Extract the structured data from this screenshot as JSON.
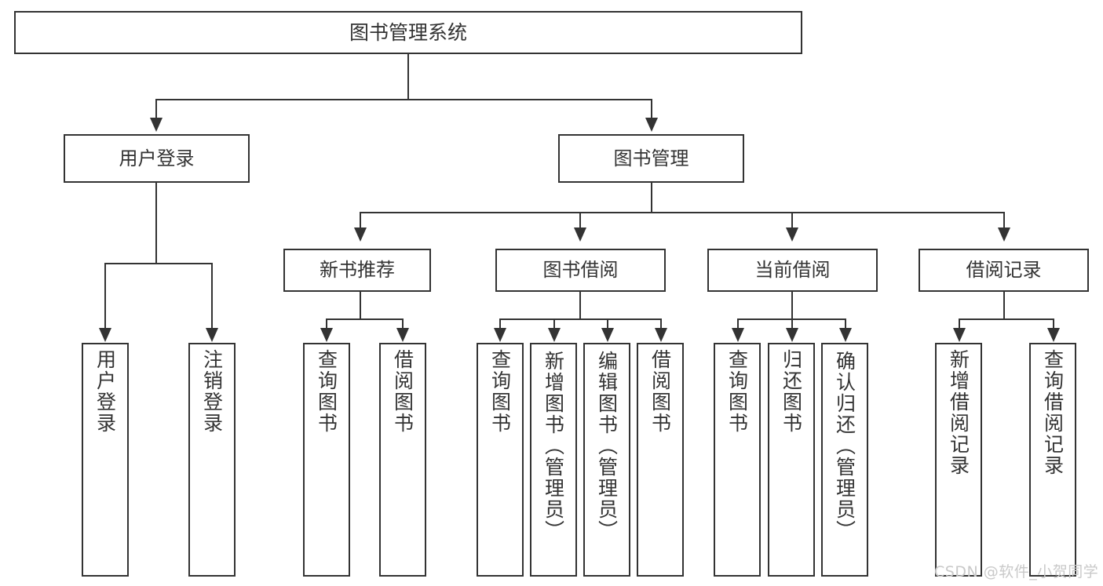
{
  "diagram": {
    "title": "图书管理系统",
    "type": "hierarchy-tree",
    "root": {
      "label": "图书管理系统"
    },
    "tier2": [
      {
        "label": "用户登录"
      },
      {
        "label": "图书管理"
      }
    ],
    "tier3": [
      {
        "label": "新书推荐"
      },
      {
        "label": "图书借阅"
      },
      {
        "label": "当前借阅"
      },
      {
        "label": "借阅记录"
      }
    ],
    "leaves": {
      "user_login": [
        {
          "label": "用户登录"
        },
        {
          "label": "注销登录"
        }
      ],
      "new_book_recommend": [
        {
          "label": "查询图书"
        },
        {
          "label": "借阅图书"
        }
      ],
      "book_borrow": [
        {
          "label": "查询图书"
        },
        {
          "label": "新增图书（管理员）"
        },
        {
          "label": "编辑图书（管理员）"
        },
        {
          "label": "借阅图书"
        }
      ],
      "current_borrow": [
        {
          "label": "查询图书"
        },
        {
          "label": "归还图书"
        },
        {
          "label": "确认归还（管理员）"
        }
      ],
      "borrow_record": [
        {
          "label": "新增借阅记录"
        },
        {
          "label": "查询借阅记录"
        }
      ]
    }
  },
  "watermark": {
    "text": "CSDN @软件_小贺同学"
  },
  "colors": {
    "border": "#333333",
    "text": "#333333",
    "background": "#ffffff",
    "watermark": "#c9c9c9"
  }
}
